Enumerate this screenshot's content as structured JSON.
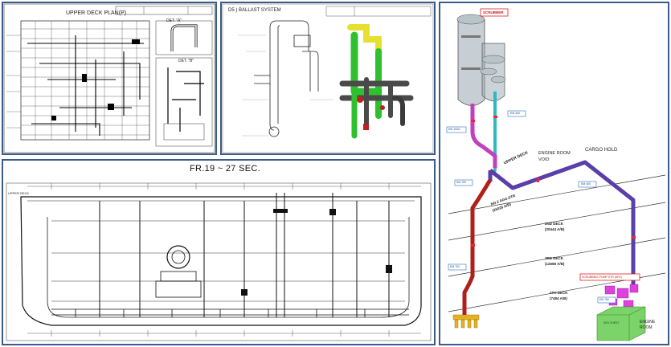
{
  "panel_upper_deck": {
    "title": "UPPER DECK PLAN(P)",
    "detail_a": "DET. \"A\"",
    "detail_b": "DET. \"B\""
  },
  "panel_ballast": {
    "title": "D5 ) BALLAST SYSTEM"
  },
  "panel_section": {
    "title": "FR.19 ~ 27 SEC.",
    "deck_label": "UPPER DECK"
  },
  "panel_scrubber": {
    "scrubber_label": "SCRUBBER",
    "cargo_hold": "CARGO HOLD",
    "engine_room_void": "ENGINE ROOM VOID",
    "upper_deck": "UPPER DECK",
    "no2_aggl": "NO.2 AGG.STR",
    "no2_aggl_elev": "(25028 A/B)",
    "deck2": "2ND DECK",
    "deck2_elev": "(20444 A/B)",
    "deck3": "3RD DECK",
    "deck3_elev": "(12668 A/B)",
    "deck4": "4TH DECK",
    "deck4_elev": "(7484 A/B)",
    "pump_label": "SCRUBBING PUMP STR (AFS)",
    "seal_chest": "SEA CHEST",
    "engine_room": "ENGINE ROOM",
    "tags": [
      "EM 400",
      "EM 100A",
      "EM 750",
      "EM 400",
      "EM 700",
      "EM 750"
    ]
  },
  "colors": {
    "frame": "#3d5a8c",
    "pipe_cyan": "#2fb8c0",
    "pipe_purple": "#5a3fa8",
    "pipe_magenta": "#c040c0",
    "pipe_red": "#b0201a",
    "pipe_green": "#2fc02f",
    "pipe_yellow": "#e8e030",
    "sea_chest": "#7cd36a",
    "tank": "#9aa8b0"
  }
}
